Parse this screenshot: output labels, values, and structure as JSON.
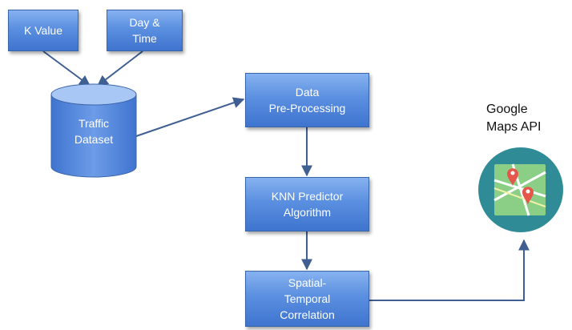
{
  "nodes": {
    "k_value": "K Value",
    "day_time": "Day &\nTime",
    "traffic_dataset": "Traffic\nDataset",
    "pre_processing": "Data\nPre-Processing",
    "knn": "KNN Predictor\nAlgorithm",
    "spatial_temporal": "Spatial-\nTemporal\nCorrelation",
    "google_maps": "Google\nMaps API"
  },
  "colors": {
    "box_top": "#86b2f0",
    "box_bottom": "#3f74cf",
    "connector": "#3f5f93",
    "map_circle": "#2f8c97",
    "map_panel": "#8bcf86",
    "pin": "#e4574a"
  },
  "icons": [
    "database-cylinder",
    "map-pin-icon"
  ]
}
